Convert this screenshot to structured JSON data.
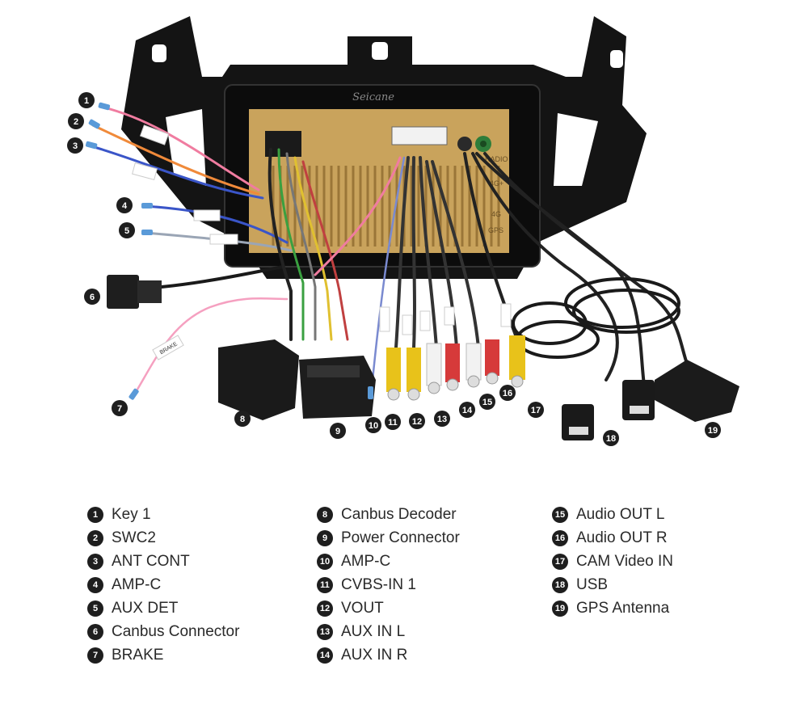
{
  "brand": "Seicane",
  "unit_labels": [
    "RADIO",
    "4G+",
    "4G",
    "GPS"
  ],
  "tag_labels": [
    "BRAKE"
  ],
  "callouts": [
    "1",
    "2",
    "3",
    "4",
    "5",
    "6",
    "7",
    "8",
    "9",
    "10",
    "11",
    "12",
    "13",
    "14",
    "15",
    "16",
    "17",
    "18",
    "19"
  ],
  "legend": {
    "col1": [
      {
        "num": "1",
        "label": "Key 1"
      },
      {
        "num": "2",
        "label": "SWC2"
      },
      {
        "num": "3",
        "label": "ANT CONT"
      },
      {
        "num": "4",
        "label": "AMP-C"
      },
      {
        "num": "5",
        "label": "AUX DET"
      },
      {
        "num": "6",
        "label": "Canbus Connector"
      },
      {
        "num": "7",
        "label": "BRAKE"
      }
    ],
    "col2": [
      {
        "num": "8",
        "label": "Canbus Decoder"
      },
      {
        "num": "9",
        "label": "Power Connector"
      },
      {
        "num": "10",
        "label": "AMP-C"
      },
      {
        "num": "11",
        "label": "CVBS-IN 1"
      },
      {
        "num": "12",
        "label": "VOUT"
      },
      {
        "num": "13",
        "label": "AUX IN L"
      },
      {
        "num": "14",
        "label": "AUX IN R"
      }
    ],
    "col3": [
      {
        "num": "15",
        "label": "Audio OUT L"
      },
      {
        "num": "16",
        "label": "Audio OUT R"
      },
      {
        "num": "17",
        "label": "CAM Video IN"
      },
      {
        "num": "18",
        "label": "USB"
      },
      {
        "num": "19",
        "label": "GPS Antenna"
      }
    ]
  },
  "colors": {
    "frame": "#141414",
    "housing": "#c9a35c",
    "rca_yellow": "#e8c21a",
    "rca_red": "#d63a3a",
    "rca_white": "#f2f2f2",
    "wire_blue": "#3a55c8",
    "wire_pink": "#f07ca0",
    "wire_orange": "#f08a3a",
    "callout": "#1e1e1e"
  }
}
